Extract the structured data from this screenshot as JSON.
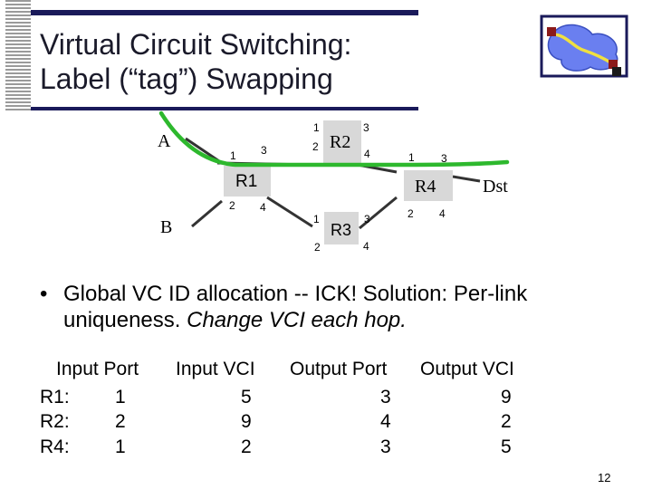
{
  "title": "Virtual Circuit Switching:\nLabel (“tag”) Swapping",
  "colors": {
    "path": "#2db82d",
    "link": "#333333",
    "router_fill": "#d8d8d8",
    "rule": "#1a1a5a",
    "logo_border": "#1a1a5a",
    "logo_cloud": "#6a7ff0",
    "logo_path": "#f0e040",
    "logo_node": "#8b1a1a"
  },
  "icons": {
    "logo": "network-cloud-icon"
  },
  "diagram": {
    "hosts": {
      "a": "A",
      "b": "B",
      "dst": "Dst"
    },
    "routers": {
      "r1": "R1",
      "r2": "R2",
      "r3": "R3",
      "r4": "R4"
    },
    "ports": {
      "r1": [
        "1",
        "3",
        "2",
        "4"
      ],
      "r2": [
        "1",
        "3",
        "2",
        "4"
      ],
      "r3": [
        "1",
        "3",
        "2",
        "4"
      ],
      "r4": [
        "1",
        "3",
        "2",
        "4"
      ]
    }
  },
  "bullet": {
    "normal": "Global VC ID allocation -- ICK!  Solution:  Per-link uniqueness.  ",
    "italic": "Change VCI each hop."
  },
  "table": {
    "headers": [
      "Input Port",
      "Input VCI",
      "Output Port",
      "Output VCI"
    ],
    "rows": [
      {
        "router": "R1:",
        "input_port": "1",
        "input_vci": "5",
        "output_port": "3",
        "output_vci": "9"
      },
      {
        "router": "R2:",
        "input_port": "2",
        "input_vci": "9",
        "output_port": "4",
        "output_vci": "2"
      },
      {
        "router": "R4:",
        "input_port": "1",
        "input_vci": "2",
        "output_port": "3",
        "output_vci": "5"
      }
    ]
  },
  "slide_number": "12"
}
